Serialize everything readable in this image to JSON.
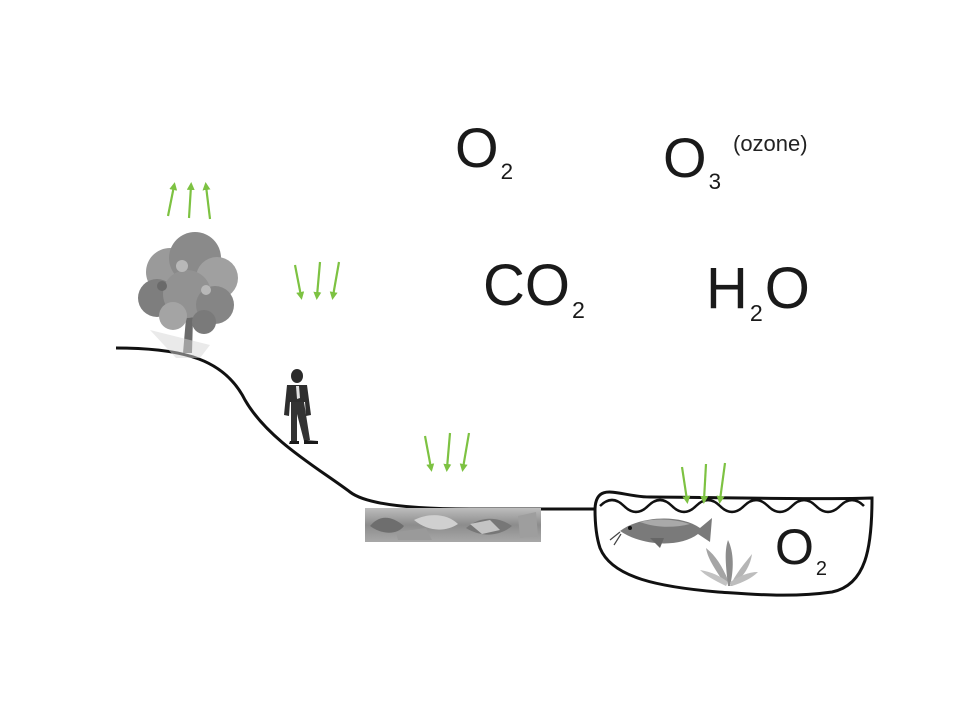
{
  "formulas": {
    "oxygen": {
      "base": "O",
      "sub": "2"
    },
    "ozone": {
      "base": "O",
      "sub": "3",
      "note": "(ozone)"
    },
    "carbon_dioxide": {
      "base": "CO",
      "sub": "2"
    },
    "water": {
      "base1": "H",
      "sub": "2",
      "base2": "O"
    },
    "pond_oxygen": {
      "base": "O",
      "sub": "2"
    }
  },
  "illustrations": [
    "tree",
    "man-standing",
    "decomposition-strip",
    "fish",
    "water-plant"
  ],
  "colors": {
    "arrow": "#7dc242",
    "ground": "#111111",
    "text": "#1a1a1a",
    "foliage": "#8a8a8a"
  },
  "arrow_groups": [
    {
      "name": "tree-arrows",
      "direction": "up"
    },
    {
      "name": "air-arrows",
      "direction": "down"
    },
    {
      "name": "decomposition-arrows",
      "direction": "down"
    },
    {
      "name": "pond-arrows",
      "direction": "down"
    }
  ]
}
